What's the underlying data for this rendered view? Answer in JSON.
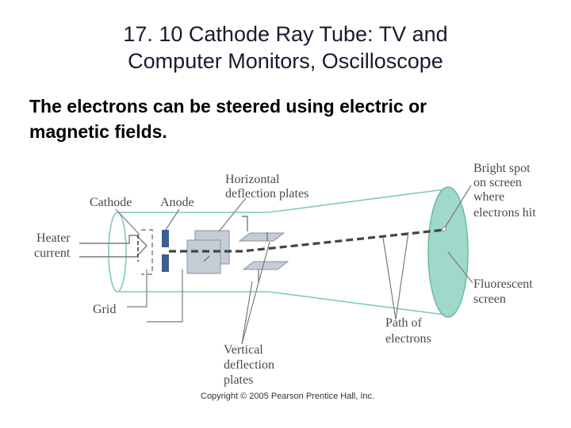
{
  "slide": {
    "title_line1": "17. 10 Cathode Ray Tube: TV and",
    "title_line2": "Computer Monitors, Oscilloscope",
    "body_line1": "The electrons can be steered using electric or",
    "body_line2": "magnetic fields."
  },
  "diagram": {
    "labels": {
      "cathode": "Cathode",
      "anode": "Anode",
      "horizontal_1": "Horizontal",
      "horizontal_2": "deflection plates",
      "bright_1": "Bright spot",
      "bright_2": "on screen",
      "bright_3": "where",
      "bright_4": "electrons hit",
      "heater_1": "Heater",
      "heater_2": "current",
      "grid": "Grid",
      "fluorescent_1": "Fluorescent",
      "fluorescent_2": "screen",
      "path_1": "Path of",
      "path_2": "electrons",
      "vertical_1": "Vertical",
      "vertical_2": "deflection",
      "vertical_3": "plates"
    },
    "copyright": "Copyright © 2005 Pearson Prentice Hall, Inc.",
    "colors": {
      "tube_outline": "#7fc9c4",
      "screen_fill": "#9fd9c9",
      "plate_fill": "#c4ccd6",
      "anode_fill": "#3c5f8c",
      "beam": "#444444",
      "leader": "#7a7a7a"
    }
  }
}
